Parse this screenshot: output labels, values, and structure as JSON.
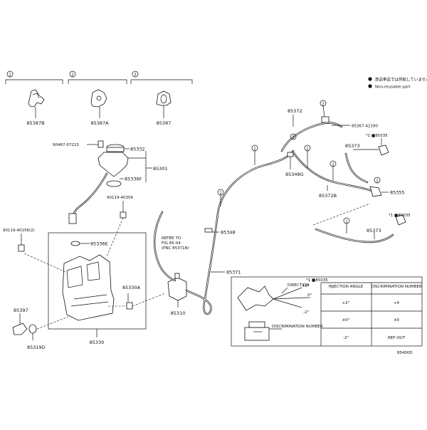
{
  "legend": {
    "line1": "部品単品では供給していません",
    "line2": "Non-reusable part"
  },
  "groups": {
    "g1": {
      "num": "1",
      "part": "85387B"
    },
    "g2": {
      "num": "2",
      "part": "85387A"
    },
    "g3": {
      "num": "3",
      "part": "85387"
    }
  },
  "callouts": {
    "c1a": "1",
    "c1b": "1",
    "c1c": "1",
    "c1d": "1",
    "c2a": "2",
    "c2b": "2",
    "c2c": "2",
    "c3a": "3"
  },
  "labels": {
    "p90467": "90467-07215",
    "p85332": "85332",
    "p85301": "85301",
    "p85336F": "85336F",
    "p90119a": "90119-40356",
    "p90119b": "90119-40156(2)",
    "p85336E": "85336E",
    "p85330A": "85330A",
    "p85397": "85397",
    "p85319D": "85319D",
    "p85330": "85330",
    "p85310": "85310",
    "p85348": "85348",
    "p85371": "85371",
    "p85372": "85372",
    "p85367": "85367-42190",
    "p85035a": "*1 ■85035",
    "p85373a": "85373",
    "p85348G": "85348G",
    "p85372B": "85372B",
    "p85355": "85355",
    "p85035b": "*1 ■85035",
    "p85373b": "85373",
    "refer1": "REFER TO",
    "refer2": "FIG 85-04",
    "refer3": "(PNC 85371B)",
    "code": "85400D"
  },
  "detail": {
    "title": "*1 ■85035",
    "direction_label": "DIRECTION",
    "discrimination_label": "DISCRIMINATION NUMBER",
    "headers": [
      "INJECTION ANGLE",
      "DISCRIMINATION NUMBER"
    ],
    "rows": [
      [
        "+2°",
        "+4"
      ],
      [
        "±0°",
        "±0"
      ],
      [
        "-2°",
        "REF-OUT"
      ]
    ],
    "angles": [
      "+2°",
      "0°",
      "-2°"
    ]
  }
}
